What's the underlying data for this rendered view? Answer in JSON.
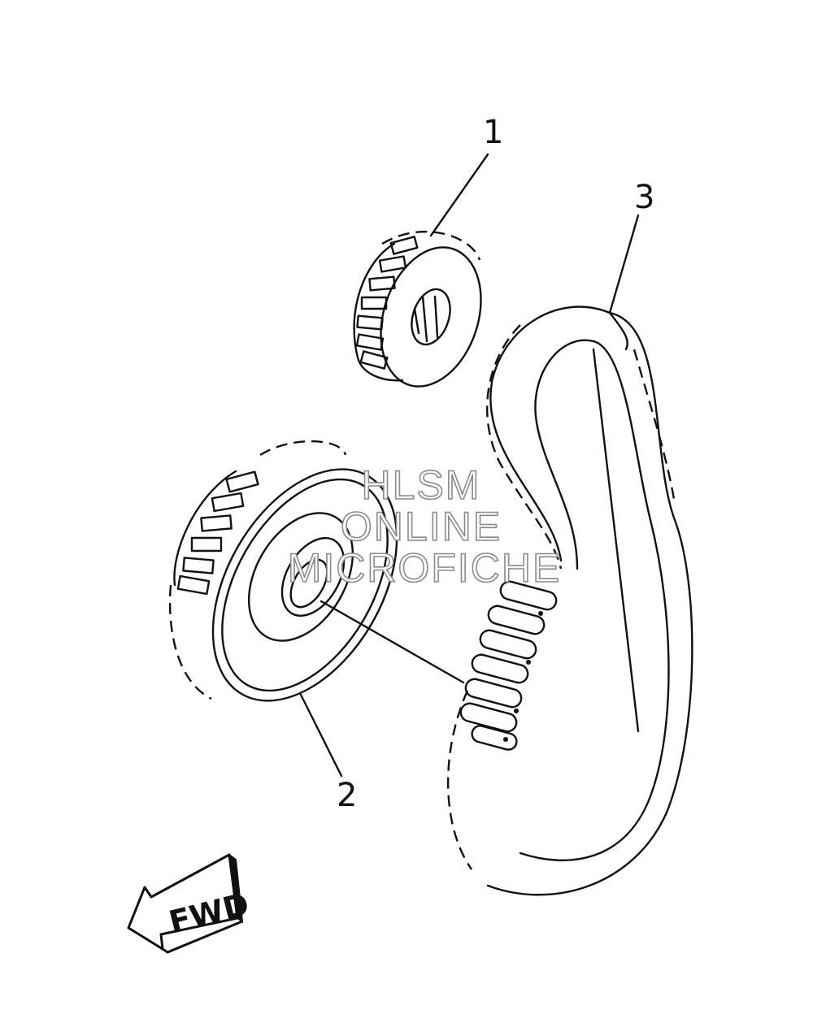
{
  "callouts": [
    {
      "label": "1",
      "part": "drive sprocket"
    },
    {
      "label": "2",
      "part": "driven sprocket"
    },
    {
      "label": "3",
      "part": "drive chain"
    }
  ],
  "watermark": {
    "line1": "HLSM",
    "line2": "ONLINE",
    "line3": "MICROFICHE"
  },
  "direction_arrow": {
    "label": "FWD",
    "icon": "forward-arrow-icon"
  }
}
